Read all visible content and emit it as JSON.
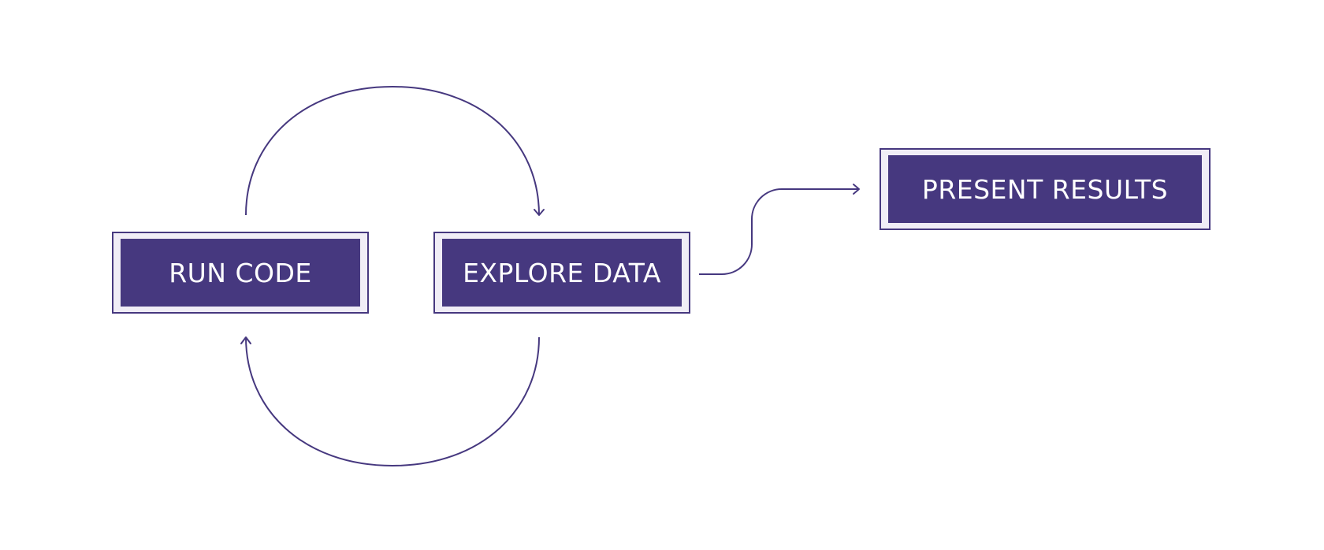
{
  "diagram": {
    "nodes": {
      "run_code": "RUN CODE",
      "explore_data": "EXPLORE DATA",
      "present_results": "PRESENT RESULTS"
    },
    "colors": {
      "node_fill": "#46387f",
      "node_frame": "#f0edf6",
      "stroke": "#46387f",
      "text": "#ffffff"
    }
  }
}
